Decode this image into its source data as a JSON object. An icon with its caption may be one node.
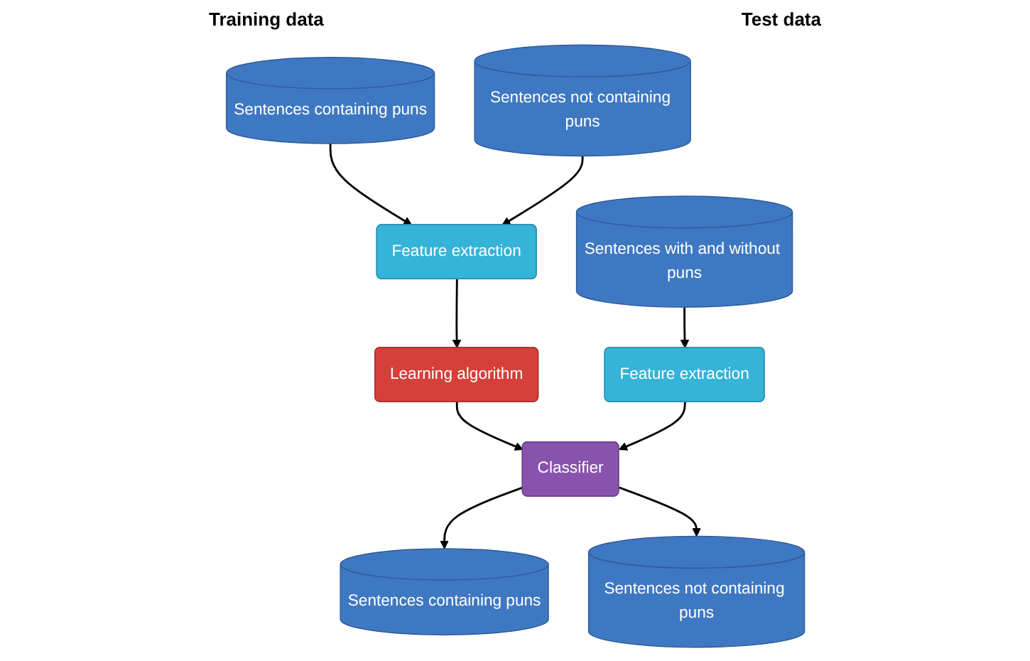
{
  "diagram": {
    "nodes": [
      {
        "text": [
          "Sentences containing puns"
        ]
      },
      {
        "text": [
          "Sentences not containing puns"
        ]
      },
      {
        "text": [
          "Feature extraction"
        ]
      },
      {
        "text": [
          "Learning algorithm"
        ]
      },
      {
        "text": [
          "Sentences with and without puns"
        ]
      },
      {
        "text": [
          "Feature extraction"
        ]
      },
      {
        "text": [
          "Classifier"
        ]
      },
      {
        "text": [
          "Sentences containing puns"
        ]
      },
      {
        "text": [
          "Sentences not containing puns"
        ]
      }
    ],
    "edges": [
      {
        "from": 0,
        "to": 2,
        "arrow": "to"
      },
      {
        "from": 1,
        "to": 2,
        "arrow": "to"
      },
      {
        "from": 2,
        "to": 3,
        "arrow": "to"
      },
      {
        "from": 3,
        "to": 6,
        "arrow": "to"
      },
      {
        "from": 4,
        "to": 5,
        "arrow": "to"
      },
      {
        "from": 5,
        "to": 6,
        "arrow": "to"
      },
      {
        "from": 6,
        "to": 7,
        "arrow": "to"
      },
      {
        "from": 6,
        "to": 8,
        "arrow": "to"
      }
    ],
    "labels": [
      "Training data",
      "Test data"
    ]
  }
}
